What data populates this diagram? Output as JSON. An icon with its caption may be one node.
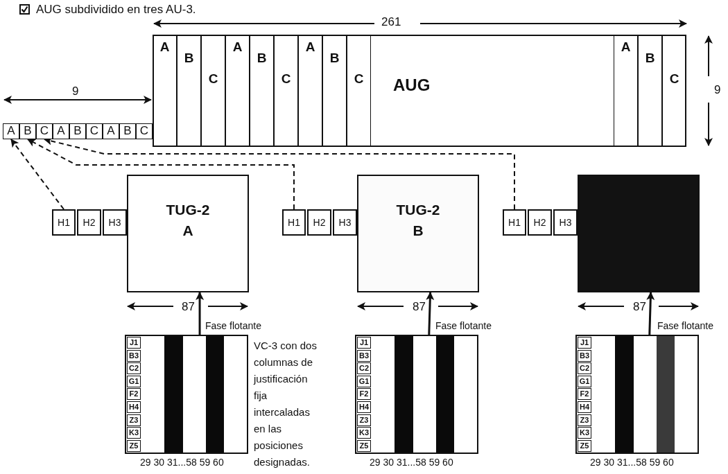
{
  "diagram": {
    "title": "AUG subdividido en tres AU-3.",
    "nodes": [
      {
        "text": [
          "A"
        ]
      },
      {
        "text": [
          "B"
        ]
      },
      {
        "text": [
          "C"
        ]
      },
      {
        "text": [
          "A"
        ]
      },
      {
        "text": [
          "B"
        ]
      },
      {
        "text": [
          "C"
        ]
      },
      {
        "text": [
          "A"
        ]
      },
      {
        "text": [
          "B"
        ]
      },
      {
        "text": [
          "C"
        ]
      },
      {
        "text": [
          "AUG"
        ]
      },
      {
        "text": [
          "A"
        ],
        "in": 9
      },
      {
        "text": [
          "B"
        ],
        "in": 9
      },
      {
        "text": [
          "C"
        ],
        "in": 9
      },
      {
        "text": [
          "A"
        ],
        "in": 9
      },
      {
        "text": [
          "B"
        ],
        "in": 9
      },
      {
        "text": [
          "C"
        ],
        "in": 9
      },
      {
        "text": [
          "A"
        ],
        "in": 9
      },
      {
        "text": [
          "B"
        ],
        "in": 9
      },
      {
        "text": [
          "C"
        ],
        "in": 9
      },
      {
        "text": [
          "A"
        ],
        "in": 9
      },
      {
        "text": [
          "B"
        ],
        "in": 9
      },
      {
        "text": [
          "C"
        ],
        "in": 9
      },
      {
        "text": [
          "H1"
        ]
      },
      {
        "text": [
          "H2"
        ]
      },
      {
        "text": [
          "H3"
        ]
      },
      {
        "text": [
          "TUG-2 A"
        ]
      },
      {
        "text": [],
        "shape": "box"
      },
      {
        "text": [
          "J1"
        ],
        "in": 26
      },
      {
        "text": [
          "B3"
        ],
        "in": 26
      },
      {
        "text": [
          "C2"
        ],
        "in": 26
      },
      {
        "text": [
          "G1"
        ],
        "in": 26
      },
      {
        "text": [
          "F2"
        ],
        "in": 26
      },
      {
        "text": [
          "H4"
        ],
        "in": 26
      },
      {
        "text": [
          "Z3"
        ],
        "in": 26
      },
      {
        "text": [
          "K3"
        ],
        "in": 26
      },
      {
        "text": [
          "Z5"
        ],
        "in": 26
      },
      {
        "text": [
          "H1"
        ]
      },
      {
        "text": [
          "H2"
        ]
      },
      {
        "text": [
          "H3"
        ]
      },
      {
        "text": [
          "TUG-2 B"
        ]
      },
      {
        "text": [],
        "shape": "box"
      },
      {
        "text": [
          "J1"
        ],
        "in": 40
      },
      {
        "text": [
          "B3"
        ],
        "in": 40
      },
      {
        "text": [
          "C2"
        ],
        "in": 40
      },
      {
        "text": [
          "G1"
        ],
        "in": 40
      },
      {
        "text": [
          "F2"
        ],
        "in": 40
      },
      {
        "text": [
          "H4"
        ],
        "in": 40
      },
      {
        "text": [
          "Z3"
        ],
        "in": 40
      },
      {
        "text": [
          "K3"
        ],
        "in": 40
      },
      {
        "text": [
          "Z5"
        ],
        "in": 40
      },
      {
        "text": [
          "H1"
        ]
      },
      {
        "text": [
          "H2"
        ]
      },
      {
        "text": [
          "H3"
        ]
      },
      {
        "text": [],
        "shape": "box"
      },
      {
        "text": [],
        "shape": "box"
      },
      {
        "text": [
          "J1"
        ],
        "in": 54
      },
      {
        "text": [
          "B3"
        ],
        "in": 54
      },
      {
        "text": [
          "C2"
        ],
        "in": 54
      },
      {
        "text": [
          "G1"
        ],
        "in": 54
      },
      {
        "text": [
          "F2"
        ],
        "in": 54
      },
      {
        "text": [
          "H4"
        ],
        "in": 54
      },
      {
        "text": [
          "Z3"
        ],
        "in": 54
      },
      {
        "text": [
          "K3"
        ],
        "in": 54
      },
      {
        "text": [
          "Z5"
        ],
        "in": 54
      },
      {
        "text": [],
        "shape": "bar",
        "in": 26
      },
      {
        "text": [],
        "shape": "bar",
        "in": 26
      },
      {
        "text": [],
        "shape": "bar",
        "in": 40
      },
      {
        "text": [],
        "shape": "bar",
        "in": 40
      },
      {
        "text": [],
        "shape": "bar",
        "in": 54
      },
      {
        "text": [],
        "shape": "bar",
        "in": 54
      }
    ],
    "edges": [
      {
        "from": 22,
        "to": 0,
        "arrow": "to",
        "style": "dashed"
      },
      {
        "from": 36,
        "to": 1,
        "arrow": "to",
        "style": "dashed"
      },
      {
        "from": 50,
        "to": 2,
        "arrow": "to",
        "style": "dashed"
      },
      {
        "from": 26,
        "to": 25,
        "arrow": "to",
        "label": "Fase flotante"
      },
      {
        "from": 40,
        "to": 39,
        "arrow": "to",
        "label": "Fase flotante"
      },
      {
        "from": 54,
        "to": 53,
        "arrow": "to",
        "label": "Fase flotante"
      }
    ],
    "labels": [
      "261",
      "9",
      "9",
      "87",
      "87",
      "87",
      "VC-3 con dos columnas de justificación fija intercaladas en las posiciones designadas.",
      "29 30 31...58 59 60",
      "29 30 31...58 59 60",
      "29 30 31...58 59 60"
    ]
  }
}
